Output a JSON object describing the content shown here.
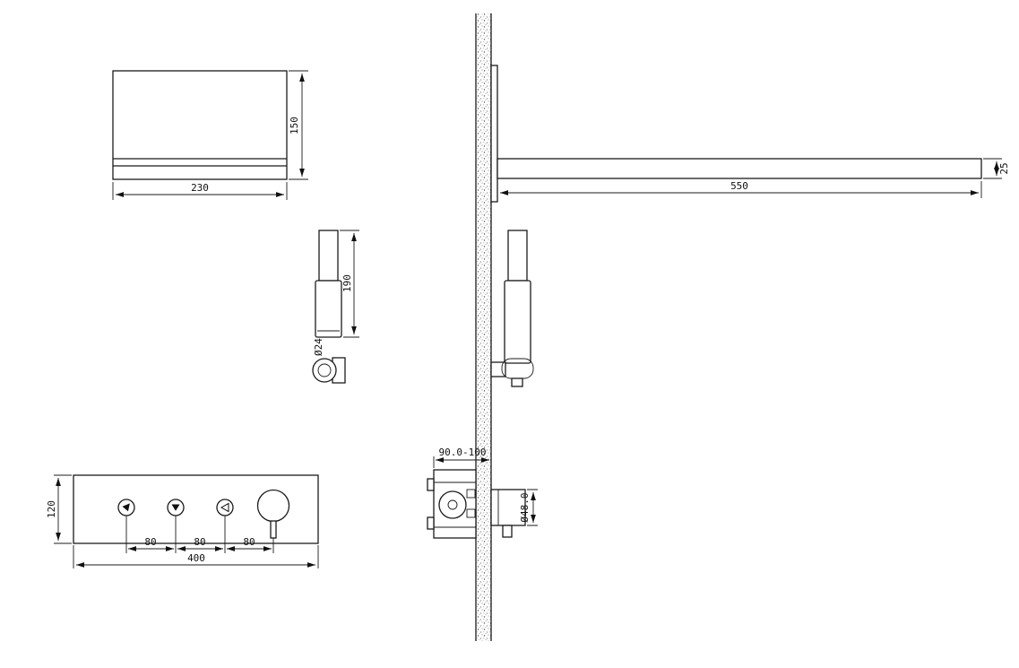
{
  "dimensions": {
    "head_width": "230",
    "head_height": "150",
    "arm_length": "550",
    "arm_height": "25",
    "handshower_length": "190",
    "handshower_diameter": "Ø24",
    "panel_height": "120",
    "panel_spacing_a": "80",
    "panel_spacing_b": "80",
    "panel_spacing_c": "80",
    "panel_width": "400",
    "valve_depth_range": "90.0-100",
    "valve_diameter": "Ø48.0"
  },
  "colors": {
    "line": "#1b1b1b",
    "background": "#ffffff"
  }
}
